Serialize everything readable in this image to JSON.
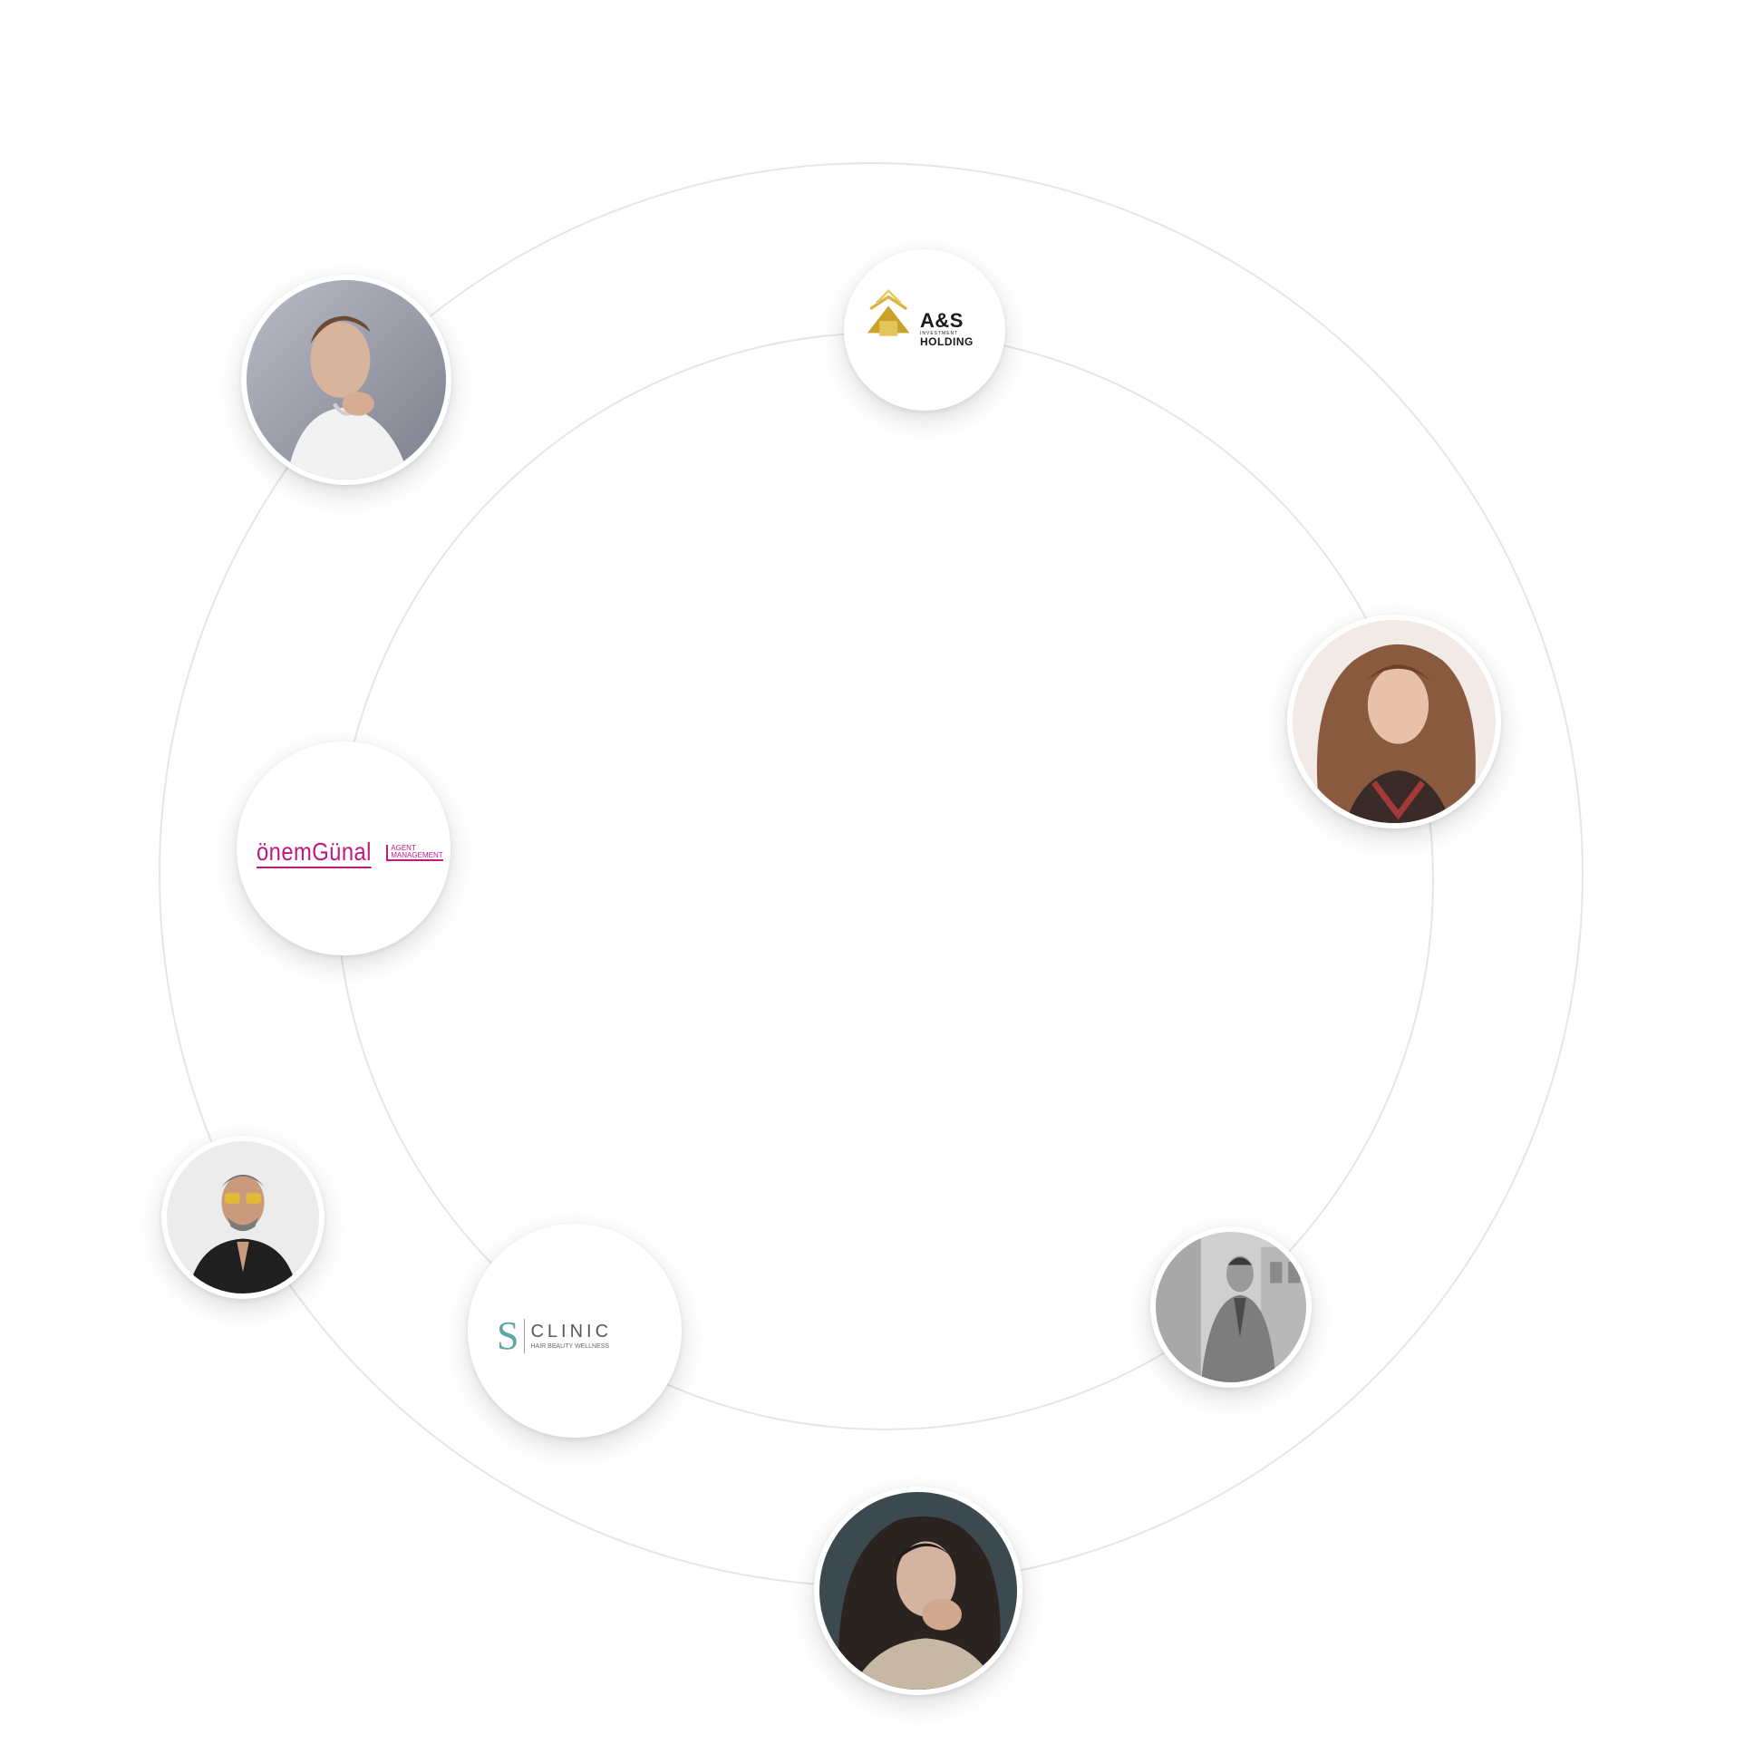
{
  "colors": {
    "orbit_line": "#e6e6e6",
    "background": "#ffffff",
    "onemgunal_brand": "#c01a7f",
    "as_gold": "#c9a227",
    "as_text": "#1a1a1a",
    "sclinic_teal": "#5fa7a2",
    "sclinic_text": "#6b6b6b"
  },
  "logos": {
    "as_holding": {
      "name": "A&S",
      "line1": "INVESTMENT",
      "line2": "HOLDING"
    },
    "onemgunal": {
      "name": "önemGünal",
      "line1": "AGENT",
      "line2": "MANAGEMENT"
    },
    "sclinic": {
      "mark": "S",
      "name": "CLINIC",
      "tagline": "HAIR BEAUTY WELLNESS"
    }
  },
  "portraits": [
    {
      "id": "man-white-shirt",
      "tone": "#9a9ca8"
    },
    {
      "id": "woman-auburn-hair",
      "tone": "#8a5a3e"
    },
    {
      "id": "man-yellow-glasses",
      "tone": "#2a2a2a"
    },
    {
      "id": "man-trench-coat",
      "tone": "#8c8c8c"
    },
    {
      "id": "woman-dark-hair",
      "tone": "#3c4a50"
    }
  ]
}
